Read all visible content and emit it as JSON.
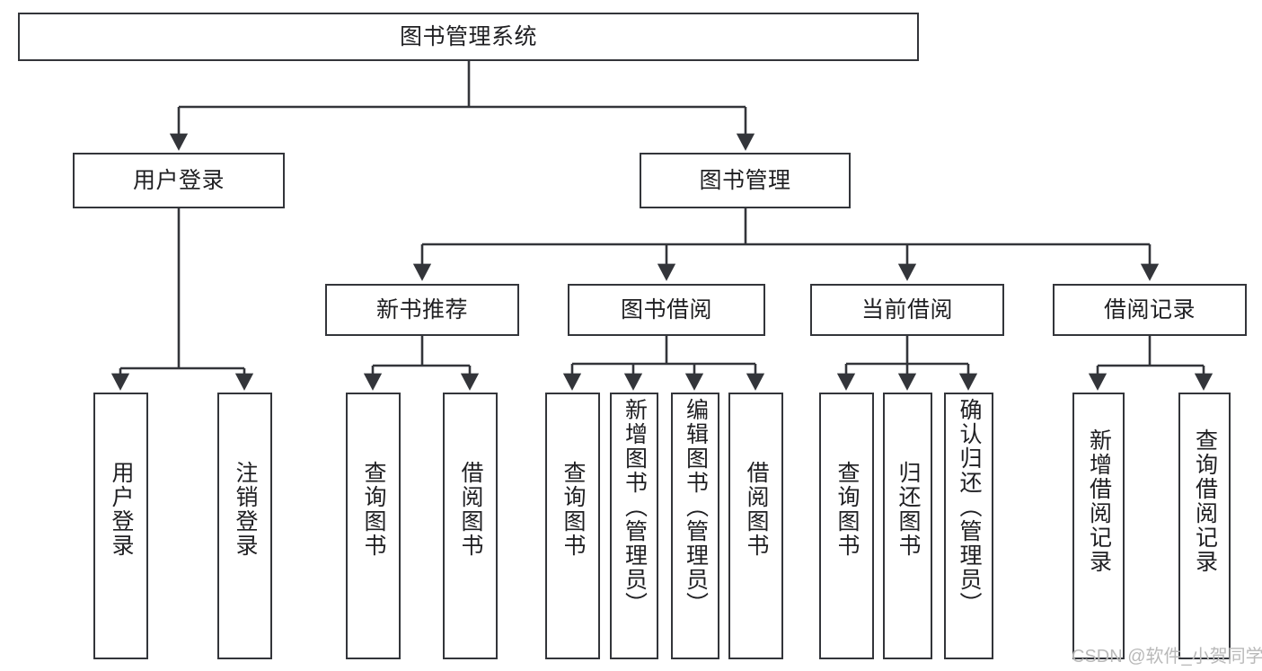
{
  "diagram": {
    "title": "图书管理系统",
    "type": "tree-hierarchy",
    "orientation": "top-down",
    "colors": {
      "node_border": "#33353a",
      "node_fill": "#ffffff",
      "edge": "#33353a",
      "text": "#1f1f22",
      "background": "#ffffff",
      "watermark": "#b9b9b9"
    }
  },
  "watermark": {
    "text": "CSDN @软件_小贺同学"
  },
  "nodes": {
    "root": {
      "label": "图书管理系统",
      "level": 1
    },
    "l2": [
      {
        "id": "user-login",
        "label": "用户登录",
        "level": 2
      },
      {
        "id": "book-manage",
        "label": "图书管理",
        "level": 2
      }
    ],
    "l3": [
      {
        "id": "new-book-recommend",
        "label": "新书推荐",
        "level": 3
      },
      {
        "id": "book-borrow",
        "label": "图书借阅",
        "level": 3
      },
      {
        "id": "current-borrow",
        "label": "当前借阅",
        "level": 3
      },
      {
        "id": "borrow-record",
        "label": "借阅记录",
        "level": 3
      }
    ],
    "leaves": [
      {
        "id": "leaf-user-login",
        "label": "用户登录",
        "parent": "user-login"
      },
      {
        "id": "leaf-user-logout",
        "label": "注销登录",
        "parent": "user-login"
      },
      {
        "id": "leaf-query-book-1",
        "label": "查询图书",
        "parent": "new-book-recommend"
      },
      {
        "id": "leaf-borrow-book-1",
        "label": "借阅图书",
        "parent": "new-book-recommend"
      },
      {
        "id": "leaf-query-book-2",
        "label": "查询图书",
        "parent": "book-borrow"
      },
      {
        "id": "leaf-add-book",
        "label": "新增图书（管理员）",
        "parent": "book-borrow"
      },
      {
        "id": "leaf-edit-book",
        "label": "编辑图书（管理员）",
        "parent": "book-borrow"
      },
      {
        "id": "leaf-borrow-book-2",
        "label": "借阅图书",
        "parent": "book-borrow"
      },
      {
        "id": "leaf-query-book-3",
        "label": "查询图书",
        "parent": "current-borrow"
      },
      {
        "id": "leaf-return-book",
        "label": "归还图书",
        "parent": "current-borrow"
      },
      {
        "id": "leaf-confirm-return",
        "label": "确认归还（管理员）",
        "parent": "current-borrow"
      },
      {
        "id": "leaf-add-record",
        "label": "新增借阅记录",
        "parent": "borrow-record"
      },
      {
        "id": "leaf-query-record",
        "label": "查询借阅记录",
        "parent": "borrow-record"
      }
    ]
  }
}
